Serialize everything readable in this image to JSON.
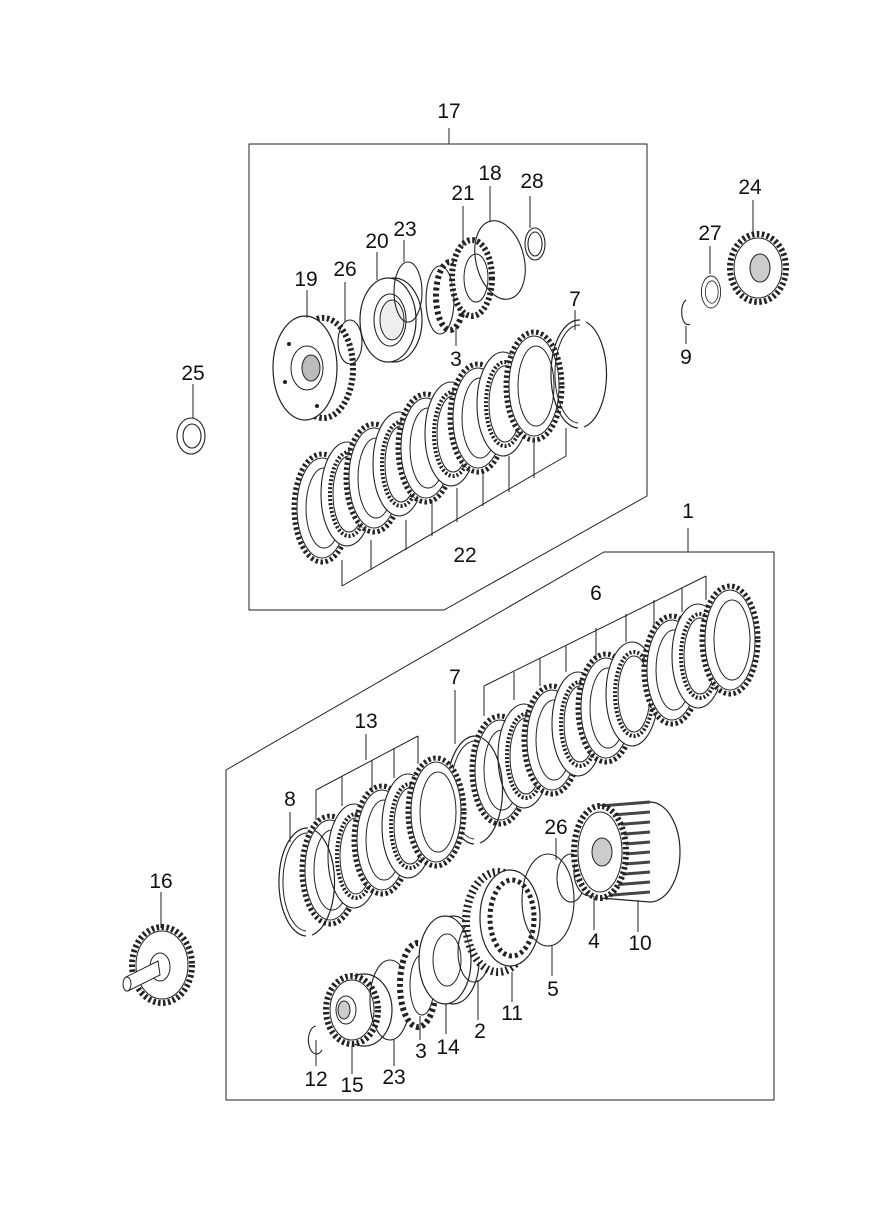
{
  "diagram": {
    "kind": "exploded-parts-view",
    "callouts": {
      "c1": "1",
      "c2": "2",
      "c3a": "3",
      "c3b": "3",
      "c4": "4",
      "c5": "5",
      "c6": "6",
      "c7a": "7",
      "c7b": "7",
      "c8": "8",
      "c9": "9",
      "c10": "10",
      "c11": "11",
      "c12": "12",
      "c13": "13",
      "c14": "14",
      "c15": "15",
      "c16": "16",
      "c17": "17",
      "c18": "18",
      "c19": "19",
      "c20": "20",
      "c21": "21",
      "c22": "22",
      "c23a": "23",
      "c23b": "23",
      "c24": "24",
      "c25": "25",
      "c26a": "26",
      "c26b": "26",
      "c27": "27",
      "c28": "28"
    }
  }
}
